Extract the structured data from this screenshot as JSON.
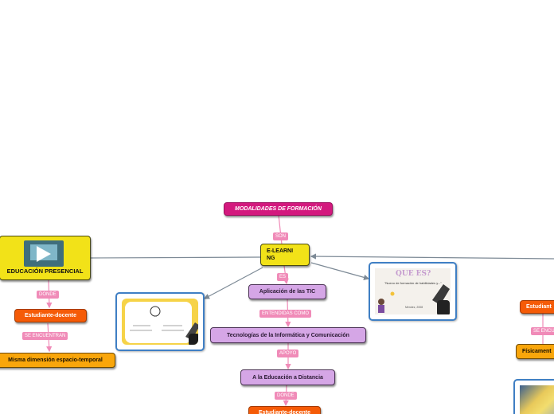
{
  "map": {
    "central": {
      "label": "E-LEARNING"
    },
    "root_label": "MODALIDADES DE FORMACIÓN",
    "left_branch": {
      "title": "EDUCACIÓN PRESENCIAL",
      "role": "Estudiante-docente",
      "place": "Misma dimensión espacio-temporal"
    },
    "center_branch": {
      "step1": "Aplicación de las TIC",
      "step2": "Tecnologías de la Informática y Comunicación",
      "step3": "A la Educación a Distancia",
      "step4": "Estudiante-docente"
    },
    "right_branch": {
      "role": "Estudiant",
      "place": "Físicament"
    },
    "connectors": {
      "son": "SON",
      "es": "ES",
      "entendidas": "ENTENDIDAS COMO",
      "apoyo": "APOYO",
      "donde_center": "DONDE",
      "donde_left": "DONDE",
      "se_encuentran_left": "SE ENCUENTRAN",
      "se_encuentran_right": "SE ENCU"
    },
    "image_texts": {
      "que_es": "QUE ES?",
      "que_es_caption": "\"Nuevo de formación de habilidades y...\"",
      "que_es_author": "Mendez, 2008"
    }
  },
  "colors": {
    "root": "#d3197e",
    "central": "#f2e218",
    "topic": "#d5a6e6",
    "actor": "#f55b07",
    "place": "#f9a60b",
    "connector_tag": "#f08bb8",
    "link_gray": "#7d8a96",
    "link_pink": "#f08bb8",
    "image_border": "#3f7fc4"
  }
}
